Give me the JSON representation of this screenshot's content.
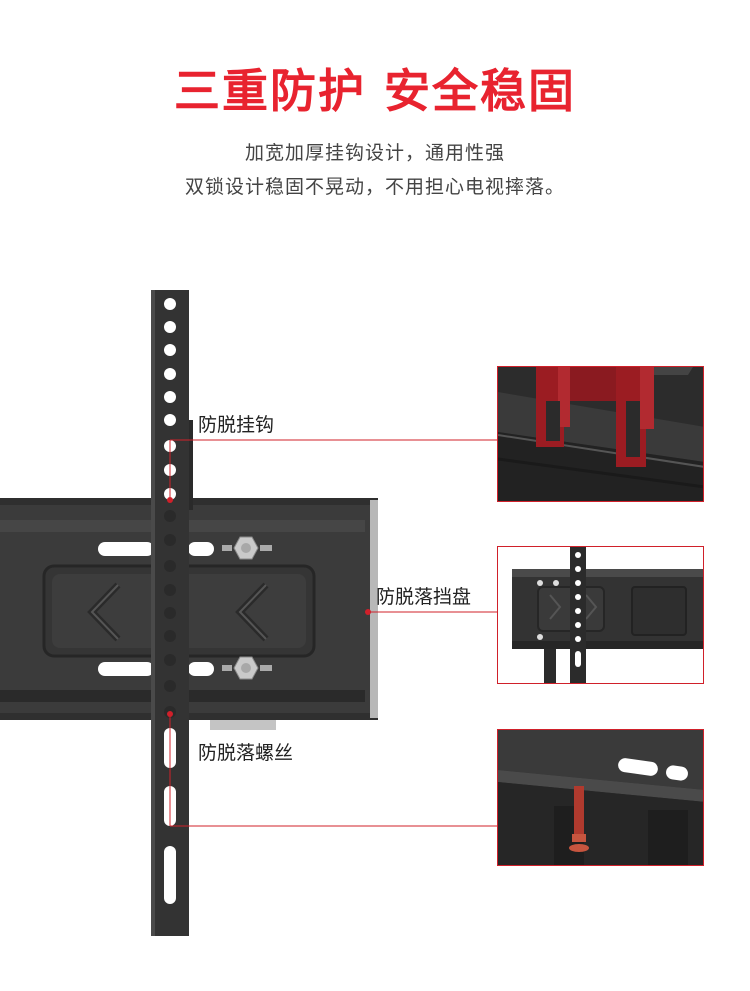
{
  "header": {
    "title": "三重防护 安全稳固",
    "subtitle_line1": "加宽加厚挂钩设计，通用性强",
    "subtitle_line2": "双锁设计稳固不晃动，不用担心电视摔落。"
  },
  "callouts": [
    {
      "label": "防脱挂钩"
    },
    {
      "label": "防脱落挡盘"
    },
    {
      "label": "防脱落螺丝"
    }
  ],
  "colors": {
    "accent": "#e8232f",
    "bracket": "#3c3c3c",
    "bracket_dark": "#2a2a2a",
    "hook_red": "#9b1c22",
    "leader_line": "#d0202a"
  }
}
